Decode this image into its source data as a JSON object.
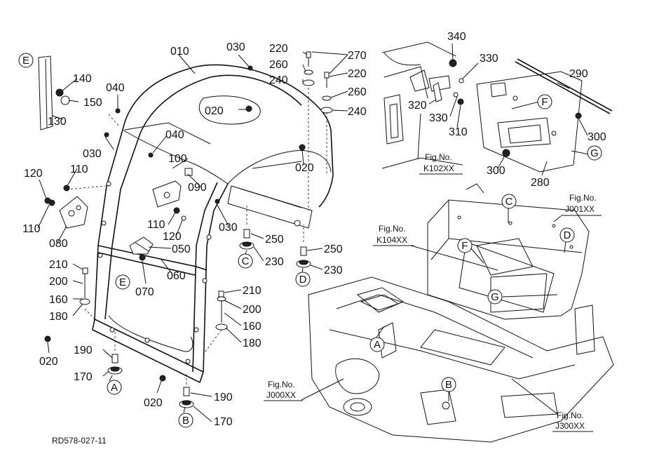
{
  "diagram": {
    "drawing_code": "RD578-027-11",
    "part_numbers": {
      "p010": "010",
      "p020a": "020",
      "p020b": "020",
      "p020c": "020",
      "p020d": "020",
      "p030a": "030",
      "p030b": "030",
      "p030c": "030",
      "p040a": "040",
      "p040b": "040",
      "p050": "050",
      "p060": "060",
      "p070": "070",
      "p080": "080",
      "p090": "090",
      "p100": "100",
      "p110a": "110",
      "p110b": "110",
      "p110c": "110",
      "p120a": "120",
      "p120b": "120",
      "p130": "130",
      "p140": "140",
      "p150": "150",
      "p160a": "160",
      "p160b": "160",
      "p170a": "170",
      "p170b": "170",
      "p180a": "180",
      "p180b": "180",
      "p190a": "190",
      "p190b": "190",
      "p200a": "200",
      "p200b": "200",
      "p210a": "210",
      "p210b": "210",
      "p220a": "220",
      "p220b": "220",
      "p230a": "230",
      "p230b": "230",
      "p240a": "240",
      "p240b": "240",
      "p250a": "250",
      "p250b": "250",
      "p260a": "260",
      "p260b": "260",
      "p270": "270",
      "p280": "280",
      "p290": "290",
      "p300a": "300",
      "p300b": "300",
      "p310": "310",
      "p320": "320",
      "p330a": "330",
      "p330b": "330",
      "p340": "340"
    },
    "callouts": {
      "E1": "E",
      "E2": "E",
      "A1": "A",
      "A2": "A",
      "B1": "B",
      "B2": "B",
      "C1": "C",
      "C2": "C",
      "D1": "D",
      "D2": "D",
      "F1": "F",
      "F2": "F",
      "G1": "G",
      "G2": "G"
    },
    "figure_refs": [
      {
        "title": "Fig.No.",
        "code": "K102XX"
      },
      {
        "title": "Fig.No.",
        "code": "J001XX"
      },
      {
        "title": "Fig.No.",
        "code": "K104XX"
      },
      {
        "title": "Fig.No.",
        "code": "J000XX"
      },
      {
        "title": "Fig.No.",
        "code": "J300XX"
      }
    ]
  }
}
